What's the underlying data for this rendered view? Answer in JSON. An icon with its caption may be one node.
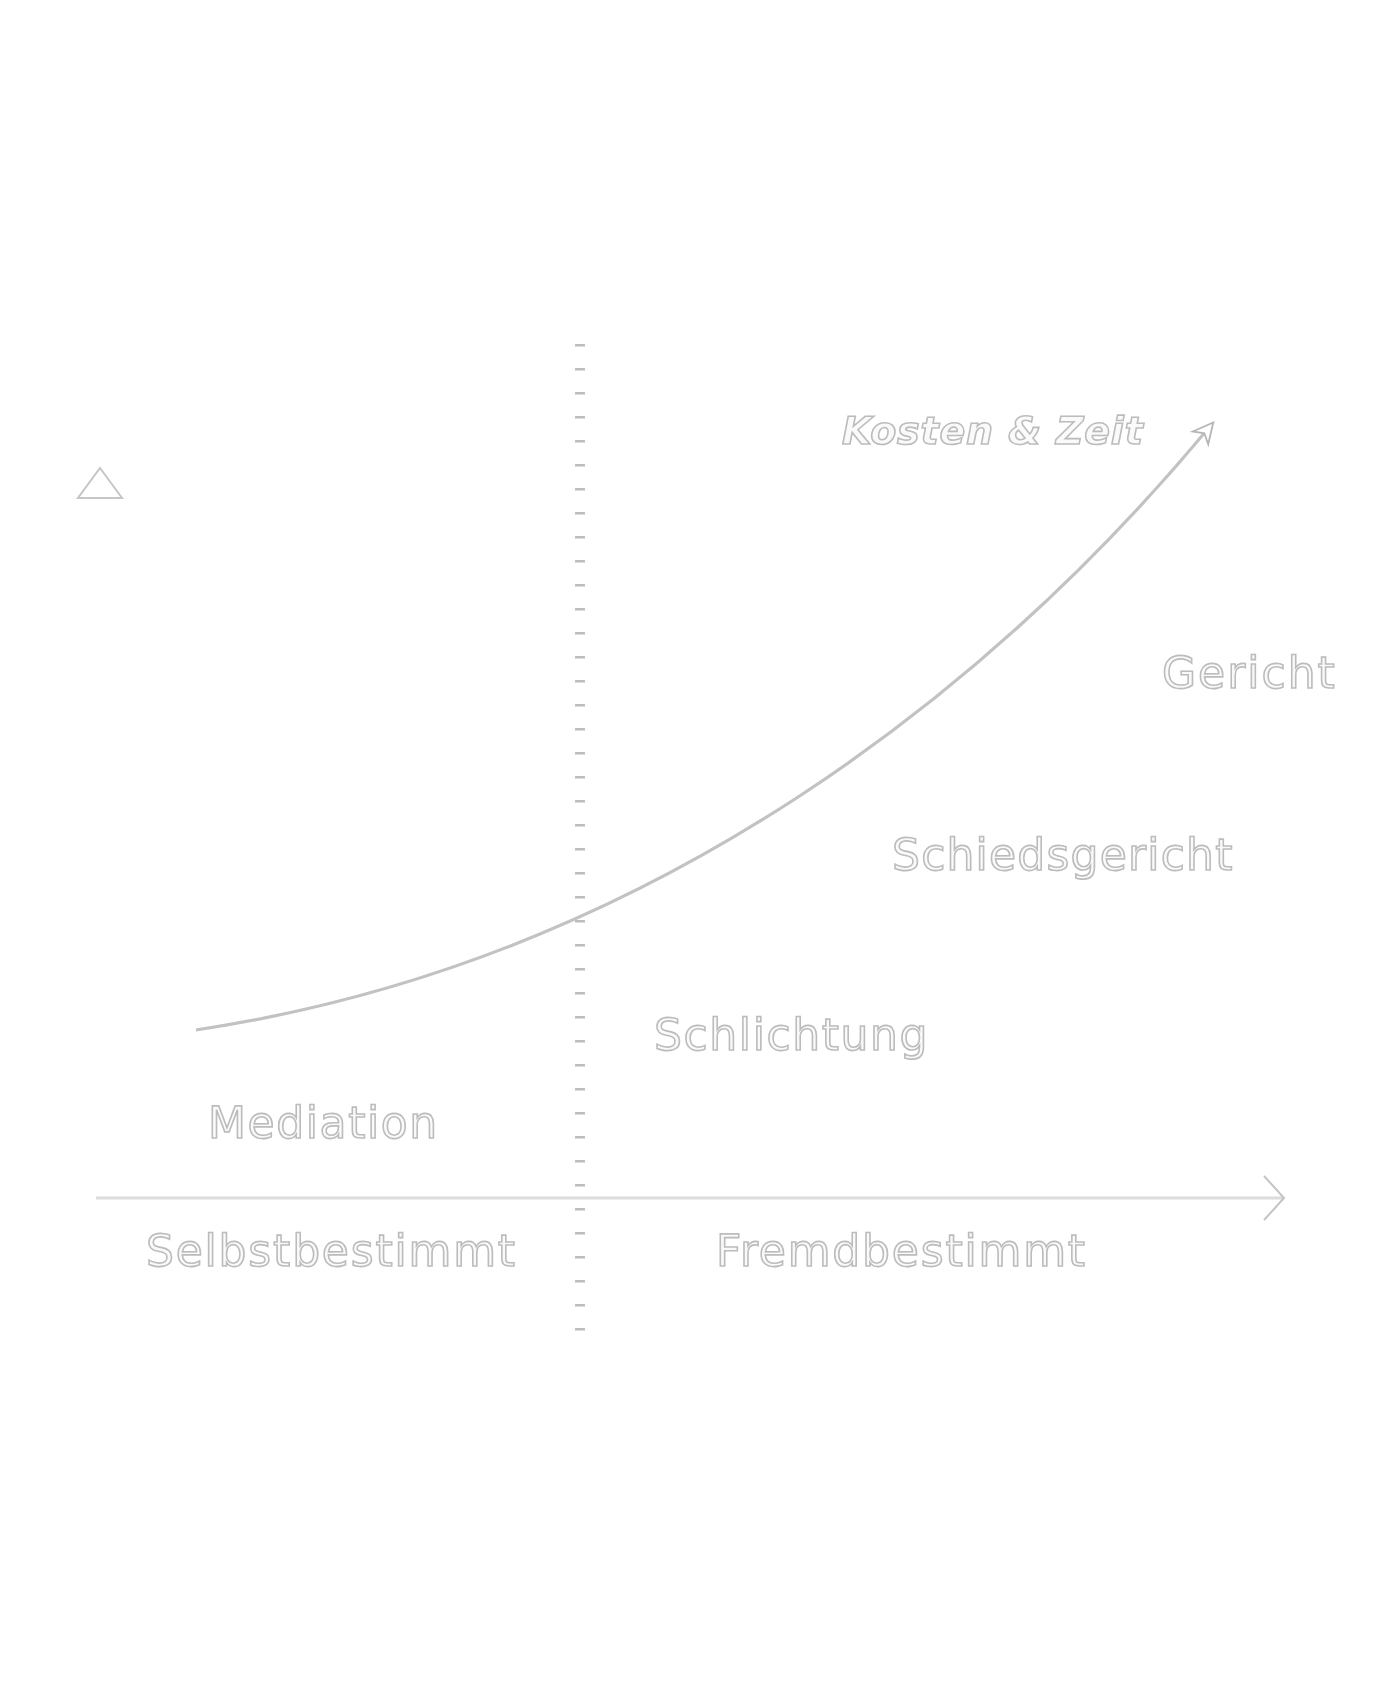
{
  "diagram": {
    "labels": [
      "Kosten & Zeit",
      "Gericht",
      "Schiedsgericht",
      "Schlichtung",
      "Mediation",
      "Selbstbestimmt",
      "Fremdbestimmt"
    ]
  }
}
